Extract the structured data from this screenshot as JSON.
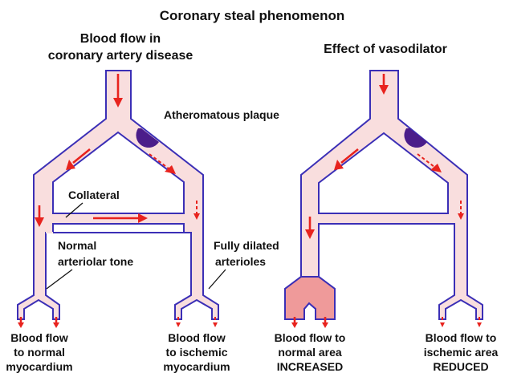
{
  "title": "Coronary steal phenomenon",
  "left_panel": {
    "heading_line1": "Blood flow in",
    "heading_line2": "coronary artery disease",
    "labels": {
      "plaque": "Atheromatous plaque",
      "collateral": "Collateral",
      "normal_tone_line1": "Normal",
      "normal_tone_line2": "arteriolar tone",
      "dilated_line1": "Fully dilated",
      "dilated_line2": "arterioles"
    },
    "bottom_left": [
      "Blood flow",
      "to normal",
      "myocardium"
    ],
    "bottom_right": [
      "Blood flow",
      "to ischemic",
      "myocardium"
    ]
  },
  "right_panel": {
    "heading": "Effect of vasodilator",
    "bottom_left": [
      "Blood flow to",
      "normal area",
      "INCREASED"
    ],
    "bottom_right": [
      "Blood flow to",
      "ischemic area",
      "REDUCED"
    ]
  },
  "colors": {
    "vessel_fill": "#f9dede",
    "vessel_outline": "#3b2fb6",
    "dilated_fill": "#ef9a9a",
    "flow_arrow": "#e8231e",
    "plaque": "#4b1d8a"
  }
}
